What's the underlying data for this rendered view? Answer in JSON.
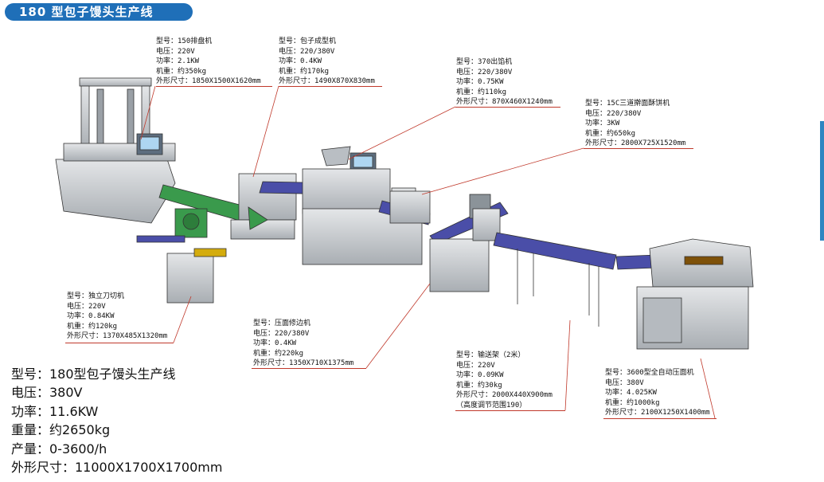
{
  "title": "180 型包子馒头生产线",
  "machines": [
    {
      "key": "tray_150",
      "lines": [
        "型号：150排盘机",
        "电压：220V",
        "功率：2.1KW",
        "机重：约350kg",
        "外形尺寸：1850X1500X1620mm"
      ]
    },
    {
      "key": "bun_former",
      "lines": [
        "型号：包子成型机",
        "电压：220/380V",
        "功率：0.4KW",
        "机重：约170kg",
        "外形尺寸：1490X870X830mm"
      ]
    },
    {
      "key": "filling_370",
      "lines": [
        "型号：370出馅机",
        "电压：220/380V",
        "功率：0.75KW",
        "机重：约110kg",
        "外形尺寸：870X460X1240mm"
      ]
    },
    {
      "key": "press_15c",
      "lines": [
        "型号：15C三道擀面酥饼机",
        "电压：220/380V",
        "功率：3KW",
        "机重：约650kg",
        "外形尺寸：2800X725X1520mm"
      ]
    },
    {
      "key": "cutter",
      "lines": [
        "型号：独立刀切机",
        "电压：220V",
        "功率：0.84KW",
        "机重：约120kg",
        "外形尺寸：1370X485X1320mm"
      ]
    },
    {
      "key": "trimmer",
      "lines": [
        "型号：压面修边机",
        "电压：220/380V",
        "功率：0.4KW",
        "机重：约220kg",
        "外形尺寸：1350X710X1375mm"
      ]
    },
    {
      "key": "conveyor",
      "lines": [
        "型号：输送架（2米）",
        "电压：220V",
        "功率：0.09KW",
        "机重：约30kg",
        "外形尺寸：2000X440X900mm",
        "（高度调节范围190）"
      ]
    },
    {
      "key": "auto_press_3600",
      "lines": [
        "型号：3600型全自动压面机",
        "电压：380V",
        "功率：4.025KW",
        "机重：约1000kg",
        "外形尺寸：2100X1250X1400mm"
      ]
    }
  ],
  "summary": [
    "型号：180型包子馒头生产线",
    "电压：380V",
    "功率：11.6KW",
    "重量：约2650kg",
    "产量：0-3600/h",
    "外形尺寸：11000X1700X1700mm"
  ],
  "colors": {
    "banner": "#1f6fb8",
    "leader": "#c0392b",
    "machine_body": "#c4c8cc",
    "machine_dark": "#7c8288",
    "belt": "#4a4ea8",
    "green": "#2e8b3e"
  }
}
